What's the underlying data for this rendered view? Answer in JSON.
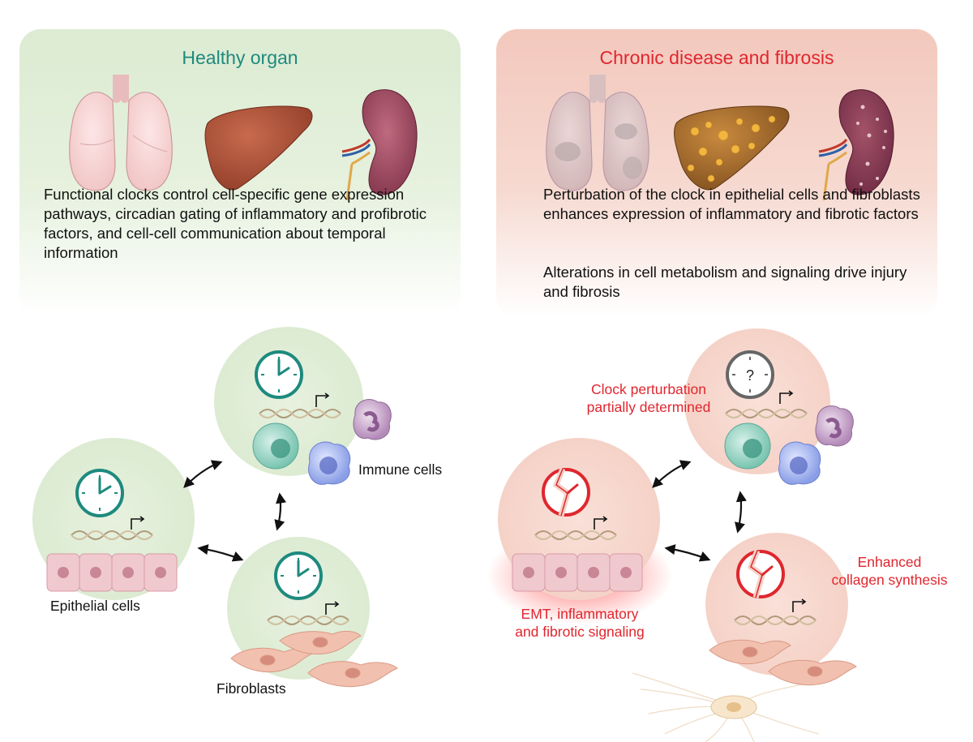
{
  "healthy": {
    "title": "Healthy organ",
    "description": "Functional clocks control cell-specific gene expression pathways, circadian gating of inflammatory and profibrotic factors, and cell-cell communication about temporal information",
    "labels": {
      "immune": "Immune cells",
      "epithelial": "Epithelial cells",
      "fibroblasts": "Fibroblasts"
    }
  },
  "disease": {
    "title": "Chronic disease and fibrosis",
    "description_1": "Perturbation of the clock in epithelial cells and fibroblasts enhances expression of inflammatory and fibrotic factors",
    "description_2": "Alterations in cell metabolism and signaling drive injury and fibrosis",
    "labels": {
      "clock_line1": "Clock perturbation",
      "clock_line2": "partially determined",
      "clock_symbol": "?",
      "emt_line1": "EMT, inflammatory",
      "emt_line2": "and fibrotic signaling",
      "collagen_line1": "Enhanced",
      "collagen_line2": "collagen synthesis"
    }
  },
  "colors": {
    "healthy_title": "#1e8a7e",
    "disease_title": "#e0262e",
    "clock_teal": "#1e8a7e",
    "clock_red": "#e0262e",
    "clock_gray": "#666666"
  }
}
